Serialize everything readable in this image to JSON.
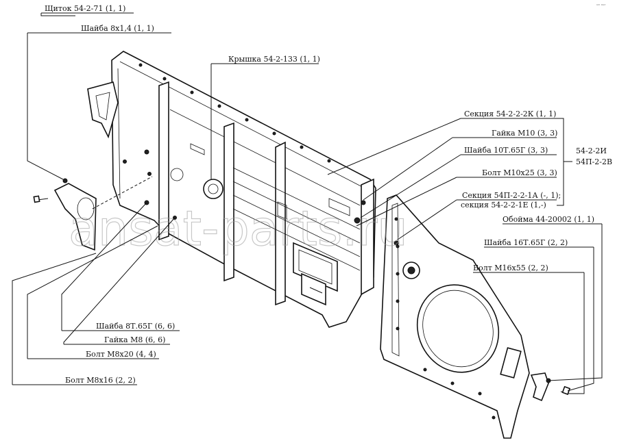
{
  "labels": {
    "shchitok": "Щиток 54-2-71 (1, 1)",
    "shayba_8x14": "Шайба 8х1,4 (1, 1)",
    "kryshka": "Крышка 54-2-133 (1, 1)",
    "sektsiya_k": "Секция 54-2-2-2К (1, 1)",
    "gayka_m10": "Гайка М10 (3, 3)",
    "shayba_10t": "Шайба 10Т.65Г (3, 3)",
    "bolt_m10x25": "Болт М10х25 (3, 3)",
    "sektsiya_a": "Секция 54П-2-2-1А (-, 1);",
    "sektsiya_e": "секция 54-2-2-1Е (1,-)",
    "oboyma": "Обойма 44-20002 (1, 1)",
    "shayba_16t": "Шайба 16Т.65Г (2, 2)",
    "bolt_m16x55": "Болт М16х55 (2, 2)",
    "shayba_8t": "Шайба 8Т.65Г (6, 6)",
    "gayka_m8": "Гайка М8 (6, 6)",
    "bolt_m8x20": "Болт М8х20 (4, 4)",
    "bolt_m8x16": "Болт М8х16 (2, 2)",
    "model_1": "54-2-2И",
    "model_2": "54П-2-2В"
  },
  "watermark": "ansat-parts.ru",
  "corner_mark": "ᵛᵉ ⁿᵒʳ"
}
